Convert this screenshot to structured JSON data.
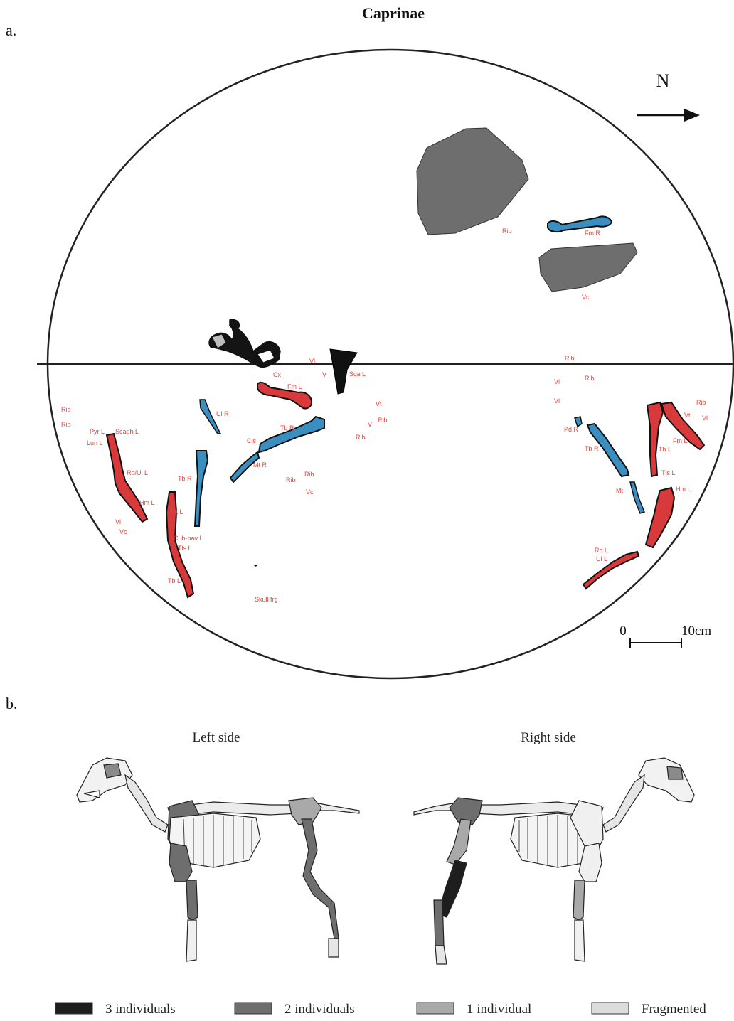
{
  "figure": {
    "title": "Caprinae",
    "panel_a_label": "a.",
    "panel_b_label": "b.",
    "north_label": "N",
    "scale_zero": "0",
    "scale_end": "10cm"
  },
  "panel_b": {
    "left_caption": "Left side",
    "right_caption": "Right side"
  },
  "legend": [
    {
      "label": "3 individuals",
      "color": "#1e1e1e"
    },
    {
      "label": "2 individuals",
      "color": "#6e6e6e"
    },
    {
      "label": "1 individual",
      "color": "#a9a9a9"
    },
    {
      "label": "Fragmented",
      "color": "#dcdcdc"
    }
  ],
  "colors": {
    "red_bone": "#d8393a",
    "blue_bone": "#3a8fc0",
    "black_bone": "#141414",
    "stone": "#6e6e6e",
    "label_red": "#e8423a"
  },
  "bone_labels": {
    "rib_1": "Rib",
    "fm_r_top": "Fm R",
    "vc_top": "Vc",
    "rib_c1": "Rib",
    "rib_c2": "Rib",
    "vl_c1": "Vl",
    "vl_c2": "Vl",
    "vt_mid": "Vt",
    "v_mid1": "V",
    "rib_mid1": "Rib",
    "rib_mid2": "Rib",
    "vl_mid": "Vl",
    "v_mid2": "V",
    "sca_l": "Sca L",
    "cx": "Cx",
    "fm_l_mid": "Fm L",
    "ul_r": "Ul R",
    "tb_r_mid": "Tb R",
    "cls": "Cls",
    "mt_r": "Mt R",
    "rib_low1": "Rib",
    "rib_low2": "Rib",
    "vc_low": "Vc",
    "rib_left1": "Rib",
    "rib_left2": "Rib",
    "pyr_l": "Pyr L",
    "scaph_l": "Scaph L",
    "lun_l": "Lun L",
    "rd_ul_l": "Rd/Ul L",
    "hm_l_left": "Hm L",
    "vl_left": "Vl",
    "vc_left": "Vc",
    "tb_r_left": "Tb R",
    "mt_l": "Mt L",
    "cub_nav_l": "Cub-nav L",
    "tls_l_left": "Tls L",
    "tb_l_left": "Tb L",
    "skull_frg": "Skull frg",
    "rib_right1": "Rib",
    "vt_right": "Vt",
    "vl_right": "Vl",
    "fm_l_right": "Fm L",
    "pd_r": "Pd R",
    "tb_r_right": "Tb R",
    "tb_l_right": "Tb L",
    "tls_l_right": "Tls L",
    "mt_right": "Mt",
    "hm_l_right": "Hm L",
    "rd_l": "Rd L",
    "ul_l": "Ul L"
  }
}
